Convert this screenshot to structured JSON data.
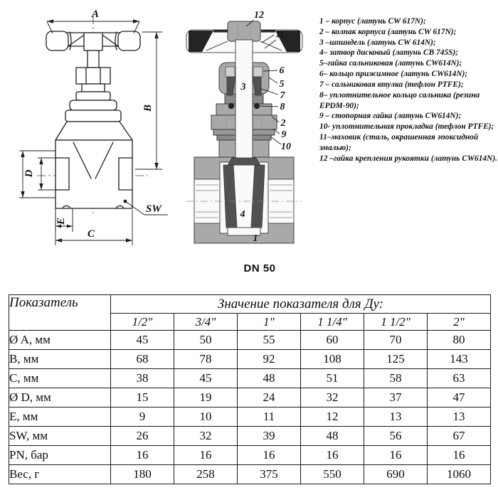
{
  "document": {
    "dn_label": "DN 50"
  },
  "palette": {
    "line": "#1c1c1c",
    "body_gray": "#a9a9a9",
    "dark_gray": "#515151",
    "rim_black": "#242424",
    "background": "#ffffff"
  },
  "outline_drawing": {
    "dim_a": "A",
    "dim_b": "B",
    "dim_c": "C",
    "dim_d": "D",
    "dim_e": "E",
    "dim_sw": "SW"
  },
  "section_drawing": {
    "callout_1": "1",
    "callout_2": "2",
    "callout_3": "3",
    "callout_4": "4",
    "callout_5": "5",
    "callout_6": "6",
    "callout_7": "7",
    "callout_8": "8",
    "callout_9": "9",
    "callout_10": "10",
    "callout_11": "11",
    "callout_12": "12"
  },
  "parts_list": {
    "items": [
      "1 – корпус (латунь CW 617N);",
      "2 – колпак корпуса (латунь CW 617N);",
      "3 –шпиндель (латунь CW 614N);",
      "4– затвор дисковый (латунь CB 745S);",
      "5–гайка сальниковая (латунь CW614N);",
      "6– кольцо прижимное (латунь CW614N);",
      "7 – сальниковая втулка (тефлон PTFE);",
      "8– уплотнительное кольцо сальника (резина EPDM-90);",
      "9 – стопорная гайка (латунь CW614N);",
      "10- уплотнительная прокладка (тефлон PTFE);",
      "11–маховик (сталь, окрашенная эпоксидной эмалью);",
      "12 –гайка крепления рукоятки (латунь CW614N)."
    ]
  },
  "spec_table": {
    "col1_header": "Показатель",
    "group_header": "Значение показателя для Ду:",
    "size_headers": [
      "1/2\"",
      "3/4\"",
      "1\"",
      "1 1/4\"",
      "1 1/2\"",
      "2\""
    ],
    "rows": [
      {
        "label": "Ø A, мм",
        "values": [
          "45",
          "50",
          "55",
          "60",
          "70",
          "80"
        ]
      },
      {
        "label": "B, мм",
        "values": [
          "68",
          "78",
          "92",
          "108",
          "125",
          "143"
        ]
      },
      {
        "label": "C, мм",
        "values": [
          "38",
          "45",
          "48",
          "51",
          "58",
          "63"
        ]
      },
      {
        "label": "Ø D, мм",
        "values": [
          "15",
          "19",
          "24",
          "32",
          "37",
          "47"
        ]
      },
      {
        "label": "E, мм",
        "values": [
          "9",
          "10",
          "11",
          "12",
          "13",
          "13"
        ]
      },
      {
        "label": "SW, мм",
        "values": [
          "26",
          "32",
          "39",
          "48",
          "56",
          "67"
        ]
      },
      {
        "label": "PN, бар",
        "values": [
          "16",
          "16",
          "16",
          "16",
          "16",
          "16"
        ]
      },
      {
        "label": "Вес, г",
        "values": [
          "180",
          "258",
          "375",
          "550",
          "690",
          "1060"
        ]
      }
    ]
  }
}
